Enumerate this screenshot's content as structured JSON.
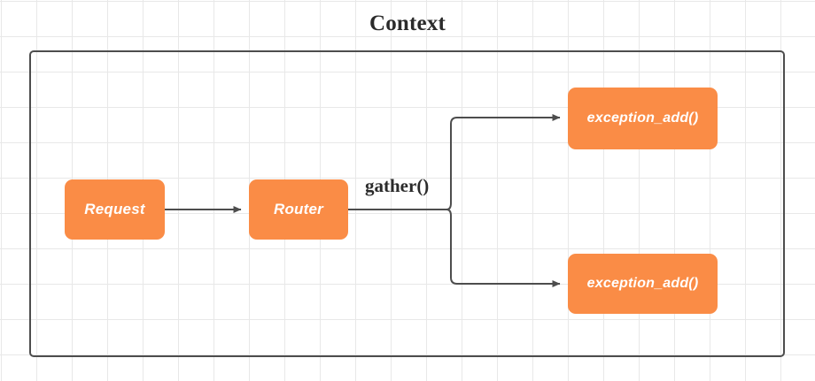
{
  "diagram": {
    "title": "Context",
    "type": "flow-diagram",
    "colors": {
      "node_fill": "#fa8c46",
      "node_text": "#ffffff",
      "frame_border": "#4d4d4d",
      "connector": "#4d4d4d",
      "grid": "#e8e8e8",
      "background": "#ffffff",
      "title_text": "#2b2b2b"
    },
    "frame": {
      "label": "Context"
    },
    "nodes": [
      {
        "id": "request",
        "label": "Request",
        "shape": "rounded-rect"
      },
      {
        "id": "router",
        "label": "Router",
        "shape": "rounded-rect"
      },
      {
        "id": "exception_top",
        "label": "exception_add()",
        "shape": "rounded-rect"
      },
      {
        "id": "exception_bot",
        "label": "exception_add()",
        "shape": "rounded-rect"
      }
    ],
    "edges": [
      {
        "from": "request",
        "to": "router",
        "label": ""
      },
      {
        "from": "router",
        "to": "exception_top",
        "label": "gather()"
      },
      {
        "from": "router",
        "to": "exception_bot",
        "label": ""
      }
    ],
    "edge_labels": {
      "gather": "gather()"
    }
  }
}
